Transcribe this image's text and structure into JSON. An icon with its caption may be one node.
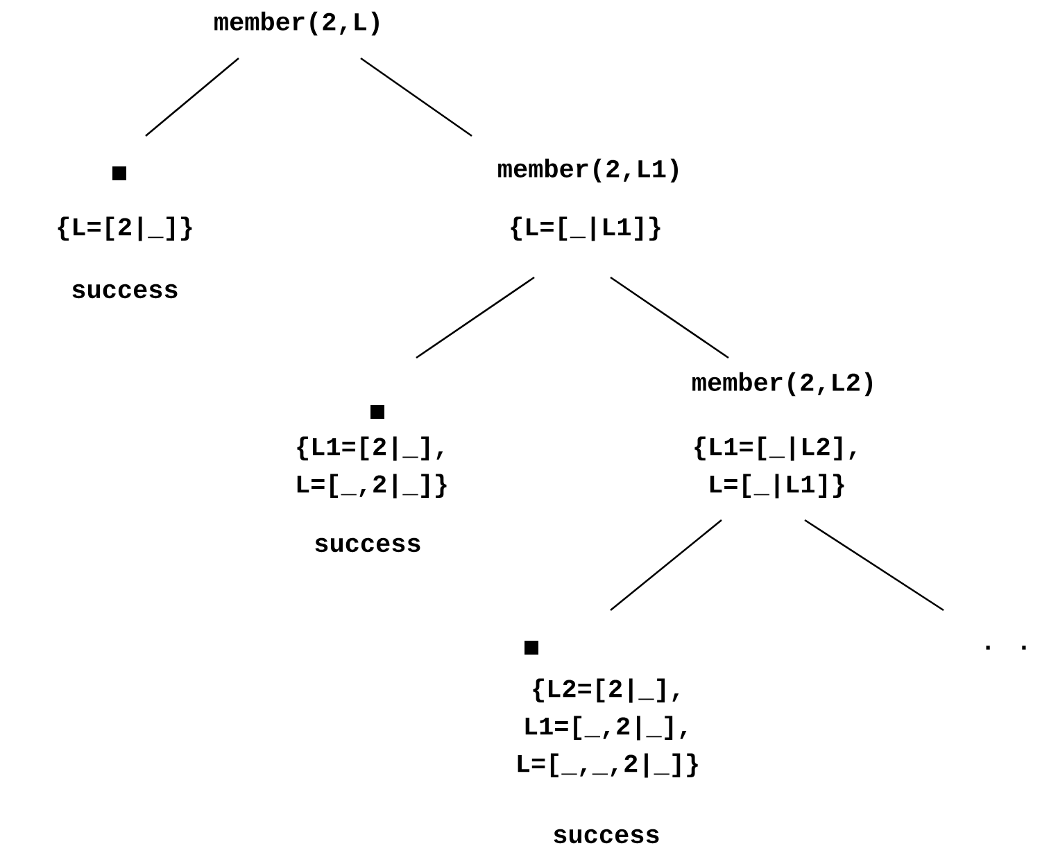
{
  "diagram": {
    "nodes": [
      {
        "text": [
          "member(2,L)"
        ]
      },
      {
        "text": [],
        "shape": "box",
        "beside": [
          "{L=[2|_]}",
          "success"
        ]
      },
      {
        "text": [
          "member(2,L1)"
        ],
        "beside": [
          "{L=[_|L1]}"
        ]
      },
      {
        "text": [],
        "shape": "box",
        "beside": [
          "{L1=[2|_], L=[_,2|_]}",
          "success"
        ]
      },
      {
        "text": [
          "member(2,L2)"
        ],
        "beside": [
          "{L1=[_|L2], L=[_|L1]}"
        ]
      },
      {
        "text": [],
        "shape": "box",
        "beside": [
          "{L2=[2|_], L1=[_,2|_], L=[_,_,2|_]}",
          "success"
        ]
      },
      {
        "text": [
          ". ."
        ]
      }
    ],
    "edges": [
      {
        "from": 0,
        "to": 1,
        "arrow": "none"
      },
      {
        "from": 0,
        "to": 2,
        "arrow": "none"
      },
      {
        "from": 2,
        "to": 3,
        "arrow": "none"
      },
      {
        "from": 2,
        "to": 4,
        "arrow": "none"
      },
      {
        "from": 4,
        "to": 5,
        "arrow": "none"
      },
      {
        "from": 4,
        "to": 6,
        "arrow": "none"
      }
    ]
  }
}
